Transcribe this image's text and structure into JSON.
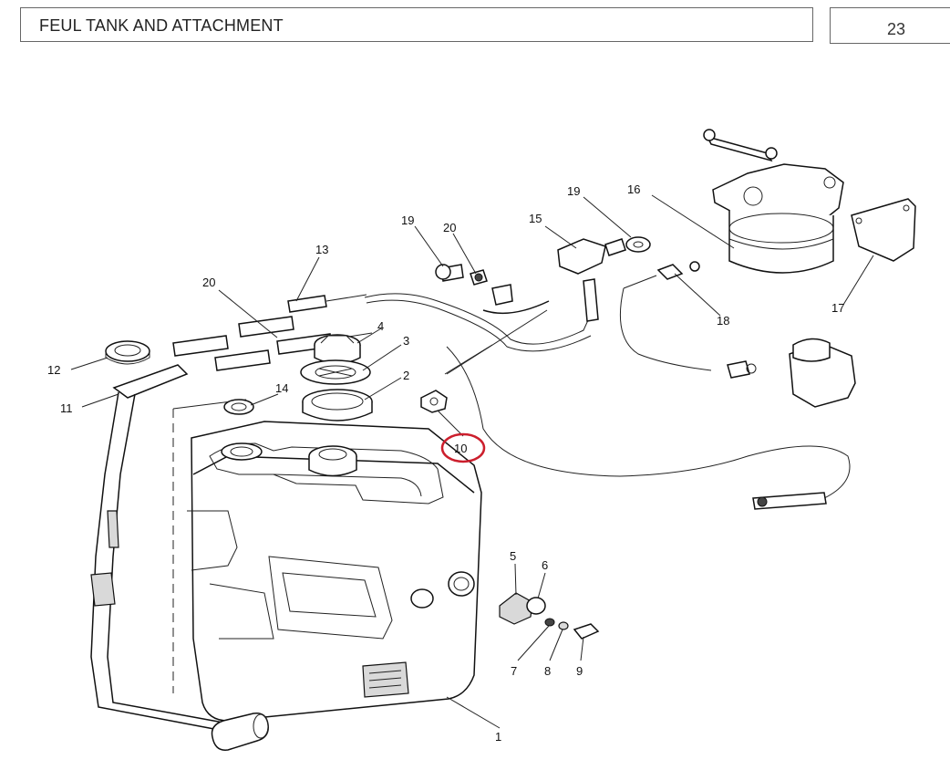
{
  "header": {
    "title": "FEUL TANK AND ATTACHMENT",
    "page_number": "23"
  },
  "callouts": [
    {
      "id": "c1",
      "label": "1"
    },
    {
      "id": "c2",
      "label": "2"
    },
    {
      "id": "c3",
      "label": "3"
    },
    {
      "id": "c4",
      "label": "4"
    },
    {
      "id": "c5",
      "label": "5"
    },
    {
      "id": "c6",
      "label": "6"
    },
    {
      "id": "c7",
      "label": "7"
    },
    {
      "id": "c8",
      "label": "8"
    },
    {
      "id": "c9",
      "label": "9"
    },
    {
      "id": "c10",
      "label": "10"
    },
    {
      "id": "c11",
      "label": "11"
    },
    {
      "id": "c12",
      "label": "12"
    },
    {
      "id": "c13",
      "label": "13"
    },
    {
      "id": "c14",
      "label": "14"
    },
    {
      "id": "c15",
      "label": "15"
    },
    {
      "id": "c16",
      "label": "16"
    },
    {
      "id": "c17",
      "label": "17"
    },
    {
      "id": "c18",
      "label": "18"
    },
    {
      "id": "c19a",
      "label": "19"
    },
    {
      "id": "c19b",
      "label": "19"
    },
    {
      "id": "c20a",
      "label": "20"
    },
    {
      "id": "c20b",
      "label": "20"
    }
  ],
  "highlight": {
    "target": "10",
    "color": "#cc1f2d"
  }
}
